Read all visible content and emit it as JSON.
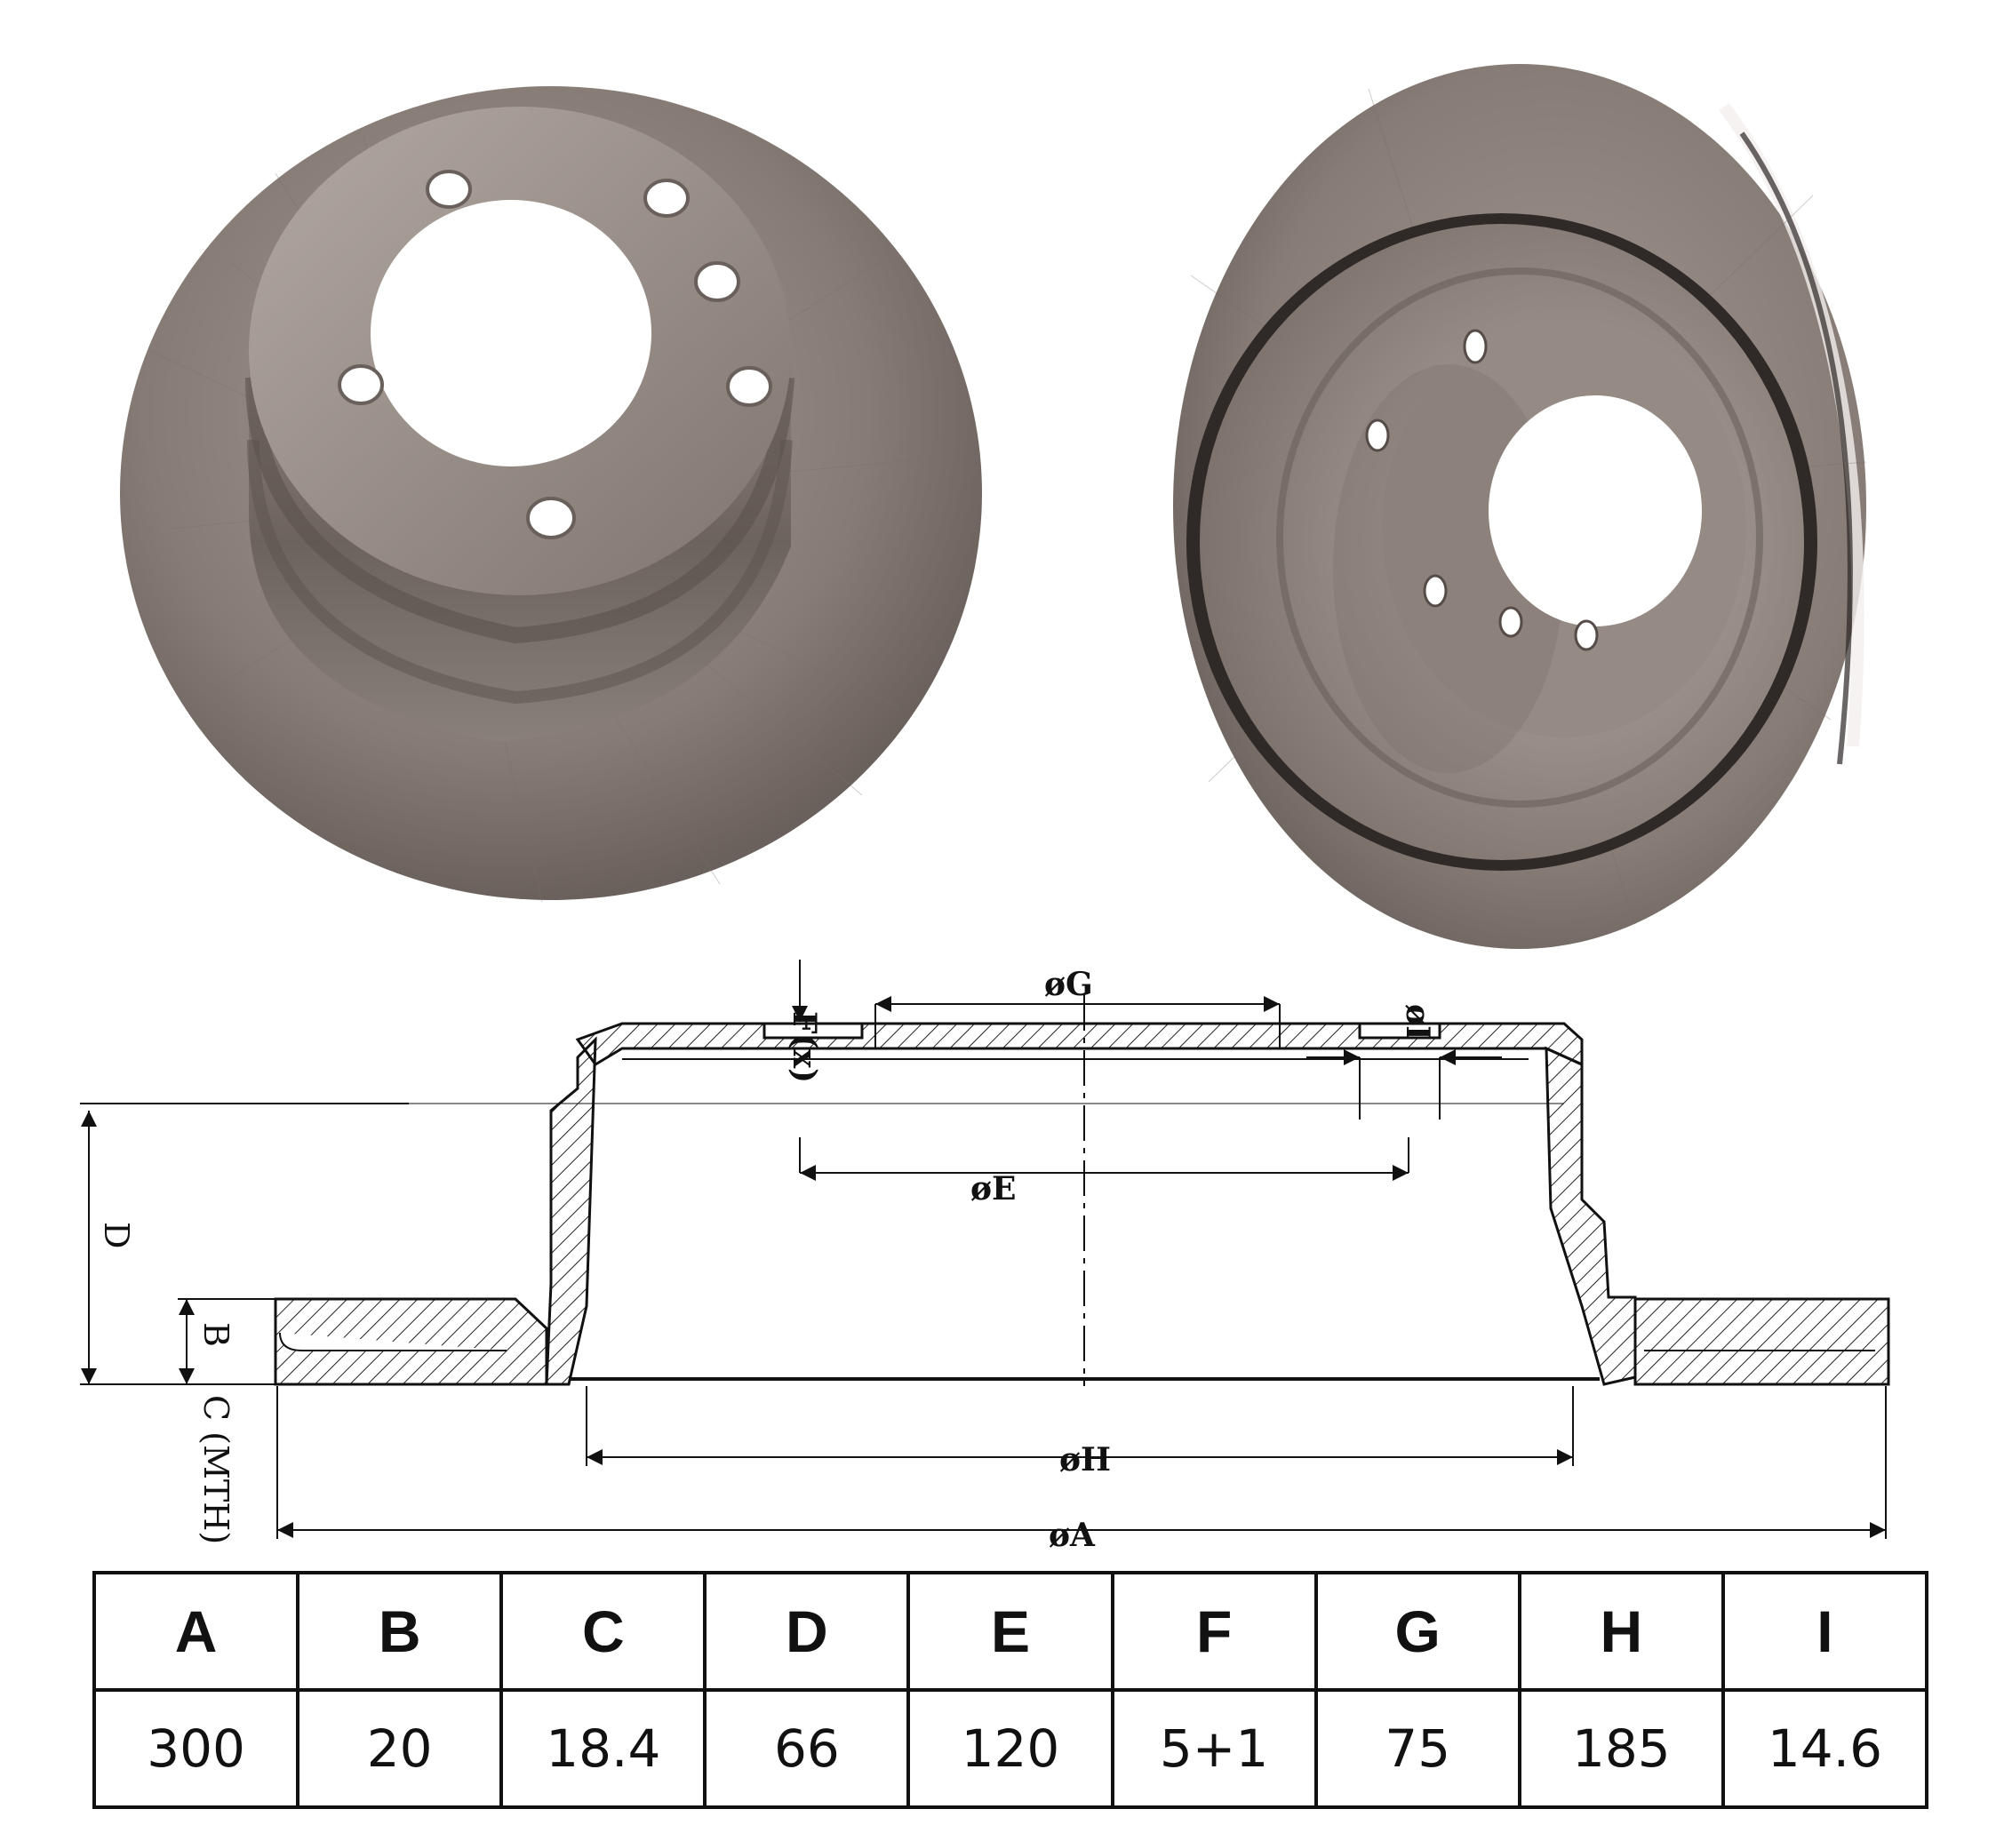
{
  "drawing": {
    "label_fx": "F(x)",
    "label_g": "øG",
    "label_i": "øI",
    "label_e": "øE",
    "label_d": "D",
    "label_b": "B",
    "label_c": "C (MTH)",
    "label_h": "øH",
    "label_a": "øA"
  },
  "specs": {
    "headers": [
      "A",
      "B",
      "C",
      "D",
      "E",
      "F",
      "G",
      "H",
      "I"
    ],
    "values": [
      "300",
      "20",
      "18.4",
      "66",
      "120",
      "5+1",
      "75",
      "185",
      "14.6"
    ]
  },
  "colors": {
    "metal": "#8a7f79",
    "metal_dark": "#5e5550",
    "metal_light": "#b8aea8",
    "ink": "#111111"
  }
}
